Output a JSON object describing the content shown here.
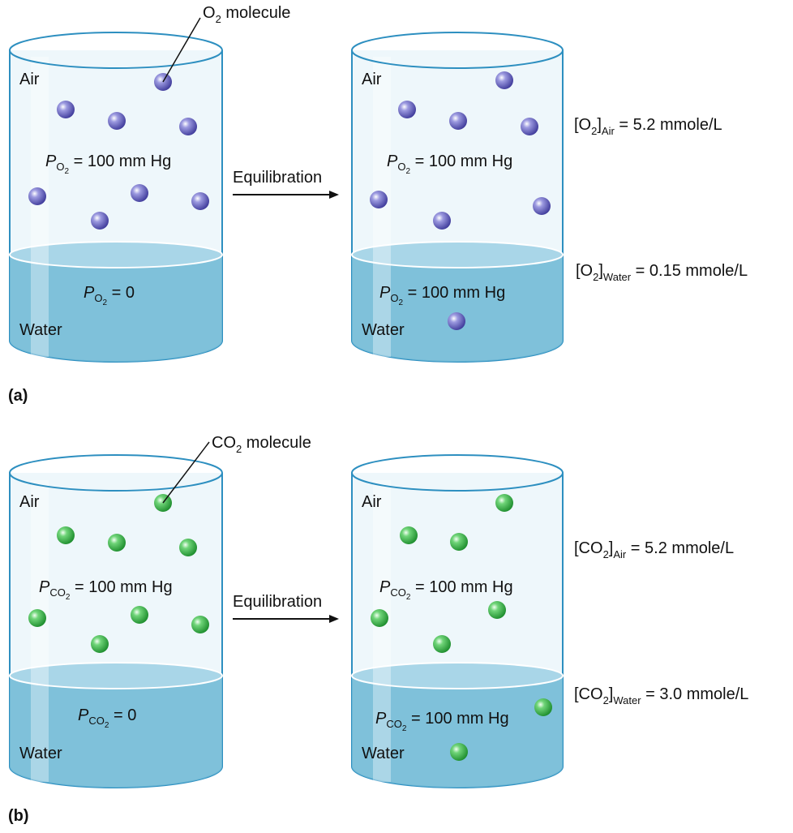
{
  "colors": {
    "o2_molecule": "#6f6cc8",
    "co2_molecule": "#33b84a",
    "water": "#72bad6",
    "water_surface": "#a9d6e8",
    "air": "#eef7fb",
    "rim": "#2d8fc0"
  },
  "panels": [
    {
      "letter": "(a)",
      "gas": "O2",
      "molecule_label_prefix": "O",
      "molecule_label_sub": "2",
      "molecule_label_suffix": " molecule",
      "arrow_label": "Equilibration",
      "before": {
        "air_label": "Air",
        "water_label": "Water",
        "p_air": {
          "p": "P",
          "sub": "O",
          "subsub": "2",
          "value": " = 100 mm Hg"
        },
        "p_water": {
          "p": "P",
          "sub": "O",
          "subsub": "2",
          "value": " = 0"
        }
      },
      "after": {
        "air_label": "Air",
        "water_label": "Water",
        "p_air": {
          "p": "P",
          "sub": "O",
          "subsub": "2",
          "value": " = 100 mm Hg"
        },
        "p_water": {
          "p": "P",
          "sub": "O",
          "subsub": "2",
          "value": " = 100 mm Hg"
        }
      },
      "conc_air": {
        "open": "[O",
        "sub": "2",
        "close": "]",
        "phase": "Air",
        "value": " = 5.2 mmole/L"
      },
      "conc_water": {
        "open": "[O",
        "sub": "2",
        "close": "]",
        "phase": "Water",
        "value": " = 0.15 mmole/L"
      }
    },
    {
      "letter": "(b)",
      "gas": "CO2",
      "molecule_label_prefix": "CO",
      "molecule_label_sub": "2",
      "molecule_label_suffix": " molecule",
      "arrow_label": "Equilibration",
      "before": {
        "air_label": "Air",
        "water_label": "Water",
        "p_air": {
          "p": "P",
          "sub": "CO",
          "subsub": "2",
          "value": " = 100 mm Hg"
        },
        "p_water": {
          "p": "P",
          "sub": "CO",
          "subsub": "2",
          "value": " = 0"
        }
      },
      "after": {
        "air_label": "Air",
        "water_label": "Water",
        "p_air": {
          "p": "P",
          "sub": "CO",
          "subsub": "2",
          "value": " = 100 mm Hg"
        },
        "p_water": {
          "p": "P",
          "sub": "CO",
          "subsub": "2",
          "value": " = 100 mm Hg"
        }
      },
      "conc_air": {
        "open": "[CO",
        "sub": "2",
        "close": "]",
        "phase": "Air",
        "value": " = 5.2 mmole/L"
      },
      "conc_water": {
        "open": "[CO",
        "sub": "2",
        "close": "]",
        "phase": "Water",
        "value": " = 3.0 mmole/L"
      }
    }
  ]
}
